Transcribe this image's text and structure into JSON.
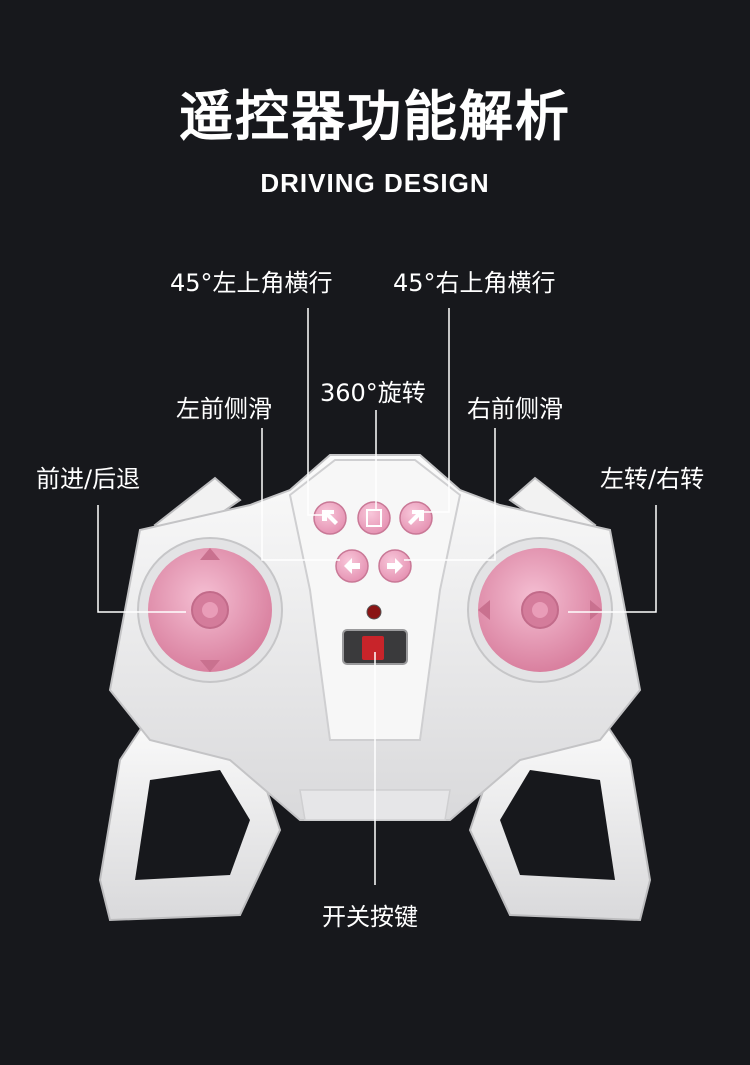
{
  "header": {
    "title": "遥控器功能解析",
    "subtitle": "DRIVING DESIGN"
  },
  "labels": {
    "diag_left": "45°左上角横行",
    "diag_right": "45°右上角横行",
    "rotate": "360°旋转",
    "strafe_left": "左前侧滑",
    "strafe_right": "右前侧滑",
    "forward_back": "前进/后退",
    "turn": "左转/右转",
    "power": "开关按键"
  },
  "colors": {
    "background": "#17181c",
    "controller_body": "#eeeeee",
    "joystick": "#e8a0bb",
    "leader_line": "#ffffff"
  }
}
